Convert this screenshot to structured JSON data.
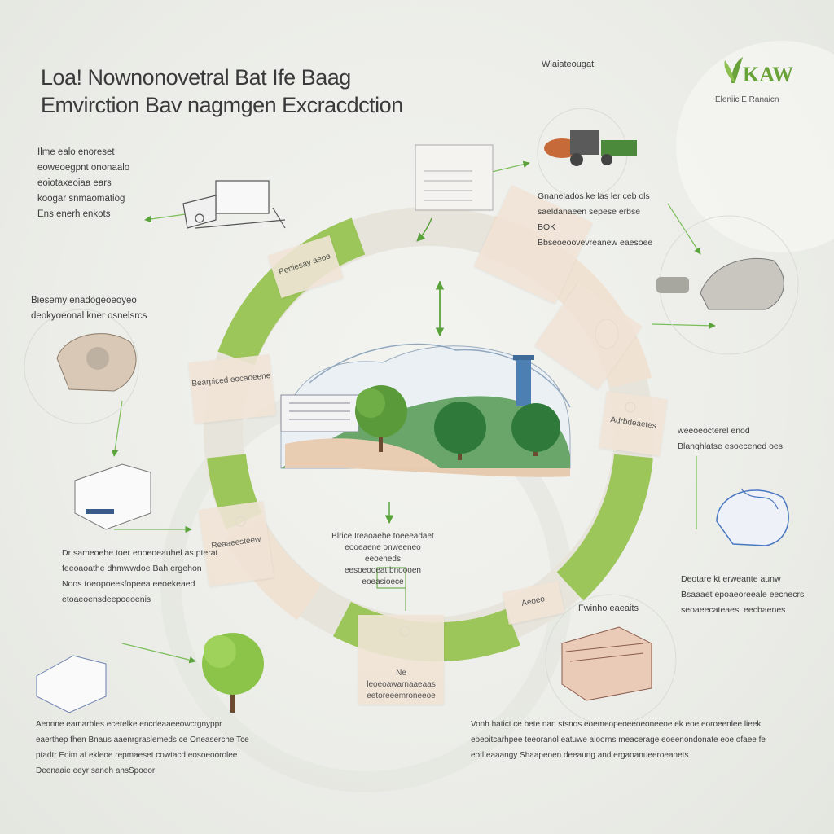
{
  "title": {
    "line1": "Loa! Nownonovetral Bat Ife Baag",
    "line2": "Emvirction Bav nagmgen Excracdction"
  },
  "logo": {
    "mark": "KAW",
    "subtitle": "Eleniic E Ranaicn"
  },
  "top_caption": "Wiaiateougat",
  "left_blocks": [
    [
      "Ilme ealo enoreset",
      "eoweoegpnt ononaalo",
      "eoiotaxeoiaa ears",
      "koogar snmaomatiog",
      "Ens enerh enkots"
    ],
    [
      "Biesemy enadogeoeoyeo",
      "deokyoeonal kner osnelsrcs"
    ],
    [
      "Dr sameoehe toer enoeoeauhel as pterat",
      "feeoaoathe dhmwwdoe Bah ergehon",
      "Noos toeopoeesfopeea eeoekeaed",
      "etoaeoensdeepoeoenis"
    ],
    [
      "Aeonne eamarbles ecerelke encdeaaeeowcrgnyppr",
      "eaerthep fhen Bnaus aaenrgraslemeds ce Oneaserche Tce",
      "ptadtr Eoim af ekleoe repmaeset cowtacd eosoeoorolee",
      "Deenaaie eeyr saneh ahsSpoeor"
    ]
  ],
  "right_blocks": [
    [
      "Gnanelados ke las ler ceb ols",
      "saeldanaeen sepese erbse BOK",
      "Bbseoeoovevreanew eaesoee"
    ],
    [
      "weeoeocterel enod",
      "Blanghlatse esoecened oes"
    ],
    [
      "Deotare kt erweante aunw",
      "Bsaaaet epoaeoreeale eecnecrs",
      "seoaeecateaes. eecbaenes"
    ],
    [
      "Vonh hatict ce bete nan stsnos eoemeopeoeeoeoneeoe ek eoe eoroeenlee lieek",
      "eoeoitcarhpee teeoranol eatuwe aloorns meacerage eoeenondonate eoe ofaee fe",
      "eotl eaaangy Shaapeoen deeaung and ergaoanueeroeanets"
    ]
  ],
  "ring_labels": {
    "top_left": "Peniesay aeoe",
    "left": "Bearpiced eocaoeene",
    "bottom_left": "Reaaeesteew",
    "bottom": "Ne leoeoawarnaaeaas eetoreeemroneeoe",
    "right": "Adrbdeaetes",
    "bottom_right": "Aeoeo",
    "bottom_right_caption": "Fwinho eaeaits"
  },
  "center_caption": [
    "Blrice Ireaoaehe toeeeadaet",
    "eooeaene onweeneo eeoeneds",
    "eesoeooeat bnoooen eoeasioece"
  ],
  "colors": {
    "ring_green": "#9cc65a",
    "ring_beige": "#efe2d3",
    "accent_green": "#6aa23a",
    "arrow_green": "#5aa23a"
  }
}
